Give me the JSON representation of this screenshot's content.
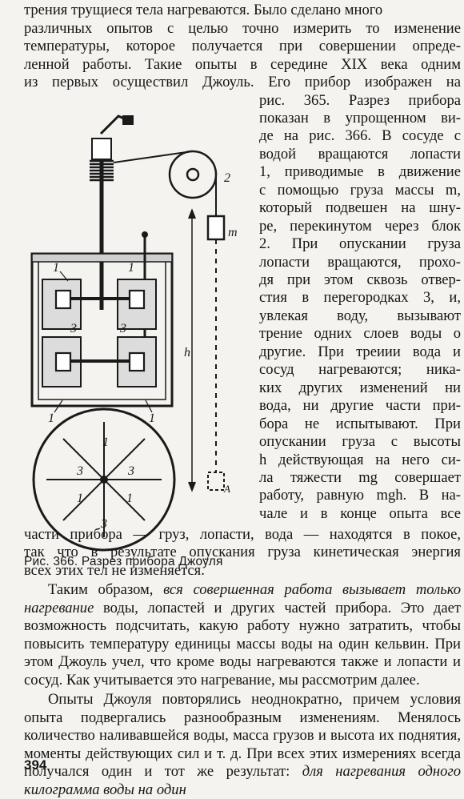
{
  "top_lines": [
    "трения трущиеся тела нагреваются. Было сделано много",
    "различных опытов с целью точно измерить то изменение",
    "температуры, которое получается при совершении опреде-",
    "ленной работы. Такие опыты в середине XIX века одним",
    "из первых осуществил Джоуль. Его прибор изображен на"
  ],
  "side_lines": [
    "рис. 365. Разрез прибора",
    "показан в упрощенном ви-",
    "де на рис. 366. В сосуде с",
    "водой вращаются лопасти",
    "1, приводимые в движение",
    "с помощью груза массы m,",
    "который подвешен на шну-",
    "ре, перекинутом через блок",
    "2. При опускании груза",
    "лопасти вращаются, прохо-",
    "дя при этом сквозь отвер-",
    "стия в перегородках 3, и,",
    "увлекая воду, вызывают",
    "трение одних слоев воды о",
    "другие. При треиии вода и",
    "сосуд нагреваются; ника-",
    "ких других изменений ни",
    "вода, ни другие части при-",
    "бора не испытывают. При",
    "опускании груза с высоты",
    "h действующая на него си-",
    "ла тяжести mg совершает",
    "работу, равную mgh. В на-",
    "чале и в конце опыта все"
  ],
  "figure": {
    "caption": "Рис. 366. Разрез прибора Джоуля",
    "labels": {
      "blade": "1",
      "pulley": "2",
      "partition": "3",
      "mass": "m",
      "height": "h",
      "pointA": "A"
    }
  },
  "para1_rest": [
    "части прибора — груз, лопасти, вода — находятся в покое,",
    "так что в результате опускания груза кинетическая энергия",
    "всех этих тел не изменяется."
  ],
  "para2": {
    "start": "Таким образом, ",
    "italic": "вся совершенная работа вызывает только нагревание",
    "rest": " воды, лопастей и других частей прибора. Это дает возможность подсчитать, какую работу нужно затратить, чтобы повысить температуру единицы массы воды на один кельвин. При этом Джоуль учел, что кроме воды нагреваются также и лопасти и сосуд. Как учитывается это нагревание, мы рассмотрим далее."
  },
  "para3": {
    "start": "Опыты Джоуля повторялись неоднократно, причем условия опыта подвергались разнообразным изменениям. Менялось количество наливавшейся воды, масса грузов и высота их поднятия, моменты действующих сил и т. д. При всех этих измерениях всегда получался один и тот же результат: ",
    "italic": "для нагревания одного килограмма воды на один"
  },
  "page_number": "394"
}
